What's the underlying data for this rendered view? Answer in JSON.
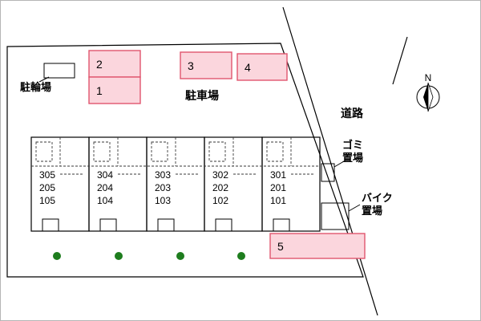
{
  "plan": {
    "bicycle_parking_label": "駐輪場",
    "car_parking_label": "駐車場",
    "road_label": "道路",
    "garbage_area": {
      "line1": "ゴミ",
      "line2": "置場"
    },
    "bike_area": {
      "line1": "バイク",
      "line2": "置場"
    },
    "compass_label": "N",
    "parking_spaces": [
      "1",
      "2",
      "3",
      "4",
      "5"
    ],
    "buildings": [
      {
        "rooms": [
          "305",
          "205",
          "105"
        ]
      },
      {
        "rooms": [
          "304",
          "204",
          "104"
        ]
      },
      {
        "rooms": [
          "303",
          "203",
          "103"
        ]
      },
      {
        "rooms": [
          "302",
          "202",
          "102"
        ]
      },
      {
        "rooms": [
          "301",
          "201",
          "101"
        ]
      }
    ],
    "colors": {
      "lot_fill": "#e9e9e9",
      "parking_fill": "#fbd6dd",
      "parking_border": "#e0556e",
      "building_fill": "#f8f0b4",
      "tree_color": "#1e7d1e",
      "line_color": "#000000"
    }
  }
}
